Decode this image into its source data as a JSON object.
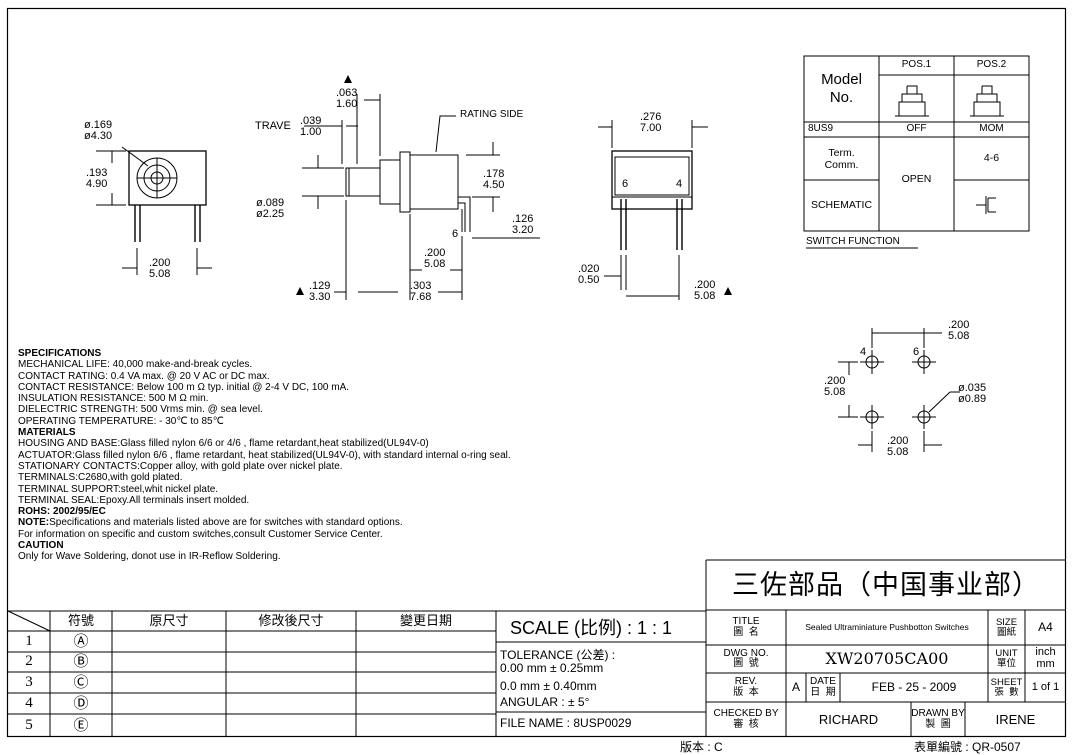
{
  "drawings": {
    "front": {
      "dia_in": "ø.169",
      "dia_mm": "ø4.30",
      "h_in": ".193",
      "h_mm": "4.90",
      "pitch_in": ".200",
      "pitch_mm": "5.08"
    },
    "side": {
      "top_in": ".063",
      "top_mm": "1.60",
      "trave_label": "TRAVE",
      "trave_in": ".039",
      "trave_mm": "1.00",
      "rating_side": "RATING SIDE",
      "h_in": ".178",
      "h_mm": "4.50",
      "t_in": ".126",
      "t_mm": "3.20",
      "pin_dia_in": "ø.089",
      "pin_dia_mm": "ø2.25",
      "pin_label": "6",
      "pitch_in": ".200",
      "pitch_mm": "5.08",
      "left_in": ".129",
      "left_mm": "3.30",
      "len_in": ".303",
      "len_mm": "7.68"
    },
    "end": {
      "w_in": ".276",
      "w_mm": "7.00",
      "pin6": "6",
      "pin4": "4",
      "thick_in": ".020",
      "thick_mm": "0.50",
      "pitch_in": ".200",
      "pitch_mm": "5.08"
    },
    "layout": {
      "pitch_in": ".200",
      "pitch_mm": "5.08",
      "pin4": "4",
      "pin6": "6",
      "v_in": ".200",
      "v_mm": "5.08",
      "hole_in": "ø.035",
      "hole_mm": "ø0.89",
      "bottom_in": ".200",
      "bottom_mm": "5.08"
    }
  },
  "function_table": {
    "model_label": "Model\nNo.",
    "pos1": "POS.1",
    "pos2": "POS.2",
    "model": "8US9",
    "pos1_state": "OFF",
    "pos2_state": "MOM",
    "term_label": "Term.\nComm.",
    "open_label": "OPEN",
    "term_value": "4-6",
    "schematic_label": "SCHEMATIC",
    "caption": "SWITCH  FUNCTION"
  },
  "specs": {
    "lines": [
      {
        "text": "SPECIFICATIONS",
        "bold": true
      },
      {
        "text": "MECHANICAL LIFE: 40,000 make-and-break cycles.",
        "bold": false
      },
      {
        "text": "CONTACT RATING: 0.4 VA max. @ 20 V AC or DC max.",
        "bold": false
      },
      {
        "text": "CONTACT RESISTANCE: Below 100 m Ω  typ. initial @ 2-4 V DC, 100 mA.",
        "bold": false
      },
      {
        "text": "INSULATION RESISTANCE: 500 M Ω  min.",
        "bold": false
      },
      {
        "text": "DIELECTRIC STRENGTH: 500 Vrms min. @ sea level.",
        "bold": false
      },
      {
        "text": "OPERATING TEMPERATURE: - 30℃ to 85℃",
        "bold": false
      },
      {
        "text": "MATERIALS",
        "bold": true
      },
      {
        "text": "HOUSING AND BASE:Glass filled nylon 6/6 or 4/6 , flame retardant,heat stabilized(UL94V-0)",
        "bold": false
      },
      {
        "text": "ACTUATOR:Glass filled nylon 6/6 , flame retardant, heat stabilized(UL94V-0), with standard internal o-ring seal.",
        "bold": false
      },
      {
        "text": "STATIONARY CONTACTS:Copper alloy, with gold plate over nickel plate.",
        "bold": false
      },
      {
        "text": "TERMINALS:C2680,with gold plated.",
        "bold": false
      },
      {
        "text": "TERMINAL SUPPORT:steel,whit nickel plate.",
        "bold": false
      },
      {
        "text": "TERMINAL SEAL:Epoxy.All terminals insert molded.",
        "bold": false
      },
      {
        "text": "ROHS: 2002/95/EC",
        "bold": true
      },
      {
        "text": "NOTE:",
        "bold": true,
        "rest": "Specifications and materials listed above are for switches with standard options."
      },
      {
        "text": "For information on specific and custom switches,consult Customer Service Center.",
        "bold": false
      },
      {
        "text": "CAUTION",
        "bold": true
      },
      {
        "text": "Only for Wave Soldering, donot use in IR-Reflow Soldering.",
        "bold": false
      }
    ]
  },
  "revision_table": {
    "headers": [
      "符號",
      "原尺寸",
      "修改後尺寸",
      "變更日期"
    ],
    "rows": [
      {
        "num": "1",
        "sym": "Ⓐ"
      },
      {
        "num": "2",
        "sym": "Ⓑ"
      },
      {
        "num": "3",
        "sym": "Ⓒ"
      },
      {
        "num": "4",
        "sym": "Ⓓ"
      },
      {
        "num": "5",
        "sym": "Ⓔ"
      }
    ]
  },
  "scale_block": {
    "scale": "SCALE  (比例) :   1 : 1",
    "tolerance": "TOLERANCE (公差) :",
    "tol1": "0.00  mm ±  0.25mm",
    "tol2": "0.0    mm  ± 0.40mm",
    "angular": "ANGULAR : ± 5°",
    "file": "FILE NAME : 8USP0029"
  },
  "title_block": {
    "company": "三佐部品（中国事业部）",
    "title_label": "TITLE\n圖  名",
    "title": "Sealed Ultraminiature Pushbotton Switches",
    "size_label": "SIZE\n圖紙",
    "size": "A4",
    "dwg_label": "DWG NO.\n圖  號",
    "dwg": "XW20705CA00",
    "unit_label": "UNIT\n單位",
    "unit": "inch\nmm",
    "rev_label": "REV.\n版  本",
    "rev": "A",
    "date_label": "DATE\n日  期",
    "date": "FEB - 25 - 2009",
    "sheet_label": "SHEET\n張  數",
    "sheet": "1 of 1",
    "checked_label": "CHECKED BY\n審  核",
    "checked": "RICHARD",
    "drawn_label": "DRAWN BY\n製  圖",
    "drawn": "IRENE"
  },
  "footer": {
    "version": "版本  : C",
    "form": "表單編號  : QR-0507"
  }
}
